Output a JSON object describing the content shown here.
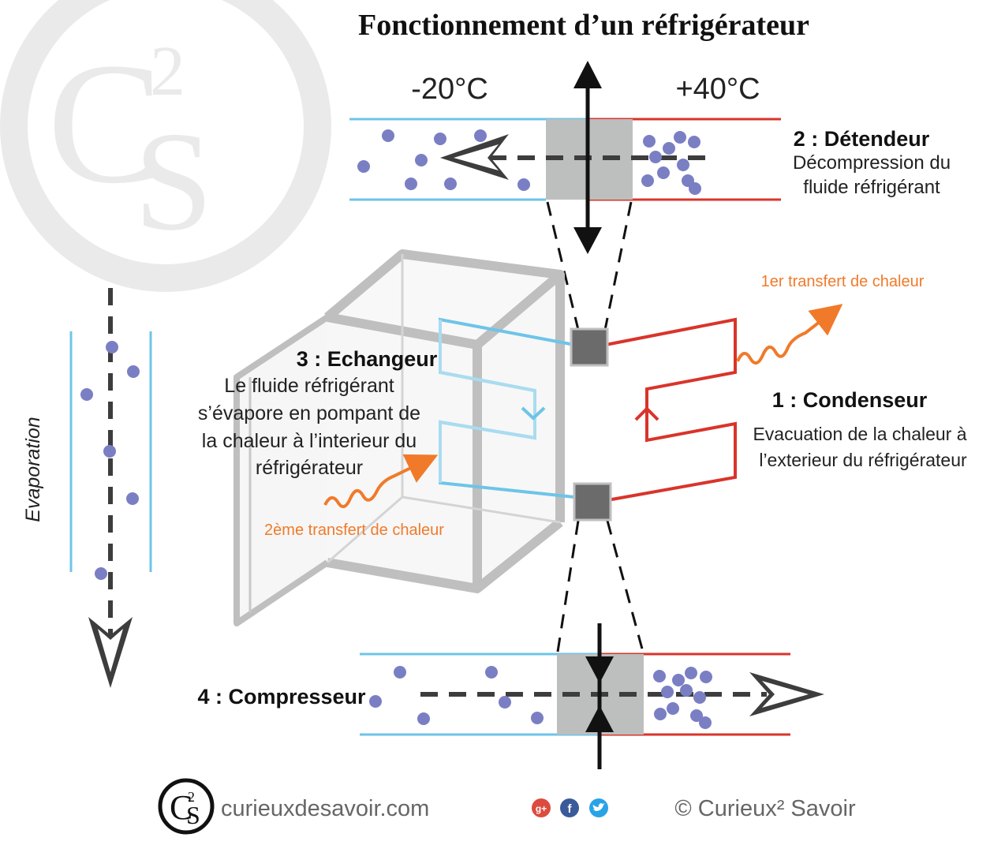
{
  "title": "Fonctionnement d’un réfrigérateur",
  "temperatures": {
    "cold": "-20°C",
    "hot": "+40°C"
  },
  "components": {
    "detendeur": {
      "title": "2 : Détendeur",
      "desc": [
        "Décompression du",
        "fluide réfrigérant"
      ]
    },
    "condenseur": {
      "title": "1 : Condenseur",
      "desc": [
        "Evacuation de la chaleur à",
        "l’exterieur du réfrigérateur"
      ]
    },
    "echangeur": {
      "title": "3 : Echangeur",
      "desc": [
        "Le fluide réfrigérant",
        "s’évapore en pompant de",
        "la chaleur à l’interieur du",
        "réfrigérateur"
      ]
    },
    "compresseur": {
      "title": "4 : Compresseur"
    }
  },
  "heat_transfers": {
    "first": "1er transfert de chaleur",
    "second": "2ème transfert de chaleur"
  },
  "side_label": "Evaporation",
  "footer": {
    "website": "curieuxdesavoir.com",
    "copyright": "© Curieux² Savoir",
    "logo_text": "C2S",
    "social": [
      "g+",
      "f",
      "twitter"
    ]
  },
  "colors": {
    "cold": "#6ec4e8",
    "hot": "#d9342b",
    "particle": "#7a7fc4",
    "orange": "#f07a2a",
    "gray": "#bdbebe",
    "dark": "#3d3d3d"
  }
}
